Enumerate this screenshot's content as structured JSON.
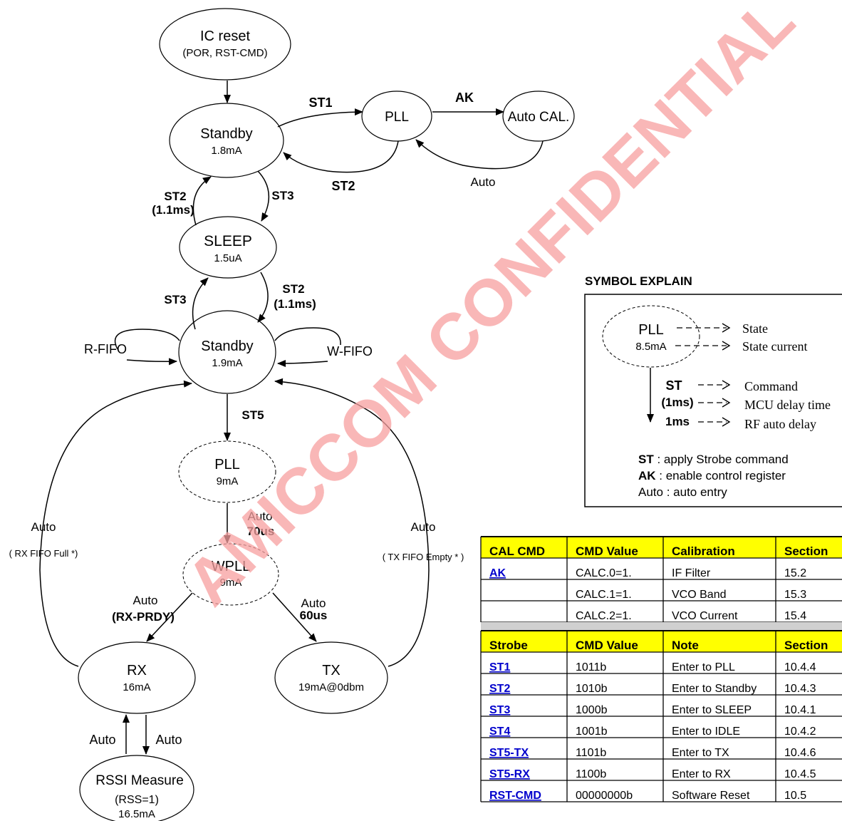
{
  "states": {
    "ic_reset": {
      "title": "IC reset",
      "sub": "(POR, RST-CMD)"
    },
    "standby1": {
      "title": "Standby",
      "current": "1.8mA"
    },
    "pll_top": {
      "title": "PLL"
    },
    "autocal": {
      "title": "Auto CAL."
    },
    "sleep": {
      "title": "SLEEP",
      "current": "1.5uA"
    },
    "standby2": {
      "title": "Standby",
      "current": "1.9mA"
    },
    "pll_mid": {
      "title": "PLL",
      "current": "9mA"
    },
    "wpll": {
      "title": "WPLL",
      "current": "9mA"
    },
    "rx": {
      "title": "RX",
      "current": "16mA"
    },
    "tx": {
      "title": "TX",
      "current": "19mA@0dbm"
    },
    "rssi": {
      "title": "RSSI Measure",
      "sub": "(RSS=1)",
      "current": "16.5mA"
    }
  },
  "transitions": {
    "st1": "ST1",
    "ak": "AK",
    "st2_top": "ST2",
    "auto_cal_back": "Auto",
    "st2_left_a": "ST2",
    "st2_left_b": "(1.1ms)",
    "st3_right": "ST3",
    "st3_left": "ST3",
    "st2_right_a": "ST2",
    "st2_right_b": "(1.1ms)",
    "rfifo": "R-FIFO",
    "wfifo": "W-FIFO",
    "st5": "ST5",
    "auto70_a": "Auto",
    "auto70_b": "70us",
    "auto_rx_a": "Auto",
    "auto_rx_b": "(RX-PRDY)",
    "auto60_a": "Auto",
    "auto60_b": "60us",
    "auto_left": "Auto",
    "rx_fifo_full": "( RX FIFO Full *)",
    "auto_right": "Auto",
    "tx_fifo_empty": "( TX FIFO Empty * )",
    "auto_rssi_up": "Auto",
    "auto_rssi_down": "Auto"
  },
  "watermark": "AMICCOM CONFIDENTIAL",
  "legend": {
    "title": "SYMBOL EXPLAIN",
    "state_name": "PLL",
    "state_current": "8.5mA",
    "state_label": "State",
    "current_label": "State current",
    "cmd_symbol": "ST",
    "cmd_label": "Command",
    "mcu_symbol": "(1ms)",
    "mcu_label": "MCU delay time",
    "rf_symbol": "1ms",
    "rf_label": "RF auto delay",
    "notes": [
      {
        "key": "ST",
        "text": " : apply Strobe command"
      },
      {
        "key": "AK",
        "text": " : enable control register"
      },
      {
        "key": "Auto",
        "text": " : auto entry"
      }
    ]
  },
  "cal_table": {
    "headers": [
      "CAL CMD",
      "CMD Value",
      "Calibration",
      "Section"
    ],
    "rows": [
      [
        "AK",
        "CALC.0=1.",
        "IF Filter",
        "15.2"
      ],
      [
        "",
        "CALC.1=1.",
        "VCO Band",
        "15.3"
      ],
      [
        "",
        "CALC.2=1.",
        "VCO Current",
        "15.4"
      ]
    ]
  },
  "strobe_table": {
    "headers": [
      "Strobe",
      "CMD Value",
      "Note",
      "Section"
    ],
    "rows": [
      [
        "ST1",
        "1011b",
        "Enter to PLL",
        "10.4.4"
      ],
      [
        "ST2",
        "1010b",
        "Enter to Standby",
        "10.4.3"
      ],
      [
        "ST3",
        "1000b",
        "Enter to SLEEP",
        "10.4.1"
      ],
      [
        "ST4",
        "1001b",
        "Enter to IDLE",
        "10.4.2"
      ],
      [
        "ST5-TX",
        "1101b",
        "Enter to TX",
        "10.4.6"
      ],
      [
        "ST5-RX",
        "1100b",
        "Enter to RX",
        "10.4.5"
      ],
      [
        "RST-CMD",
        "00000000b",
        "Software Reset",
        "10.5"
      ]
    ]
  },
  "colors": {
    "header_fill": "#ffff00",
    "link_blue": "#0000cc",
    "watermark": "#f7a0a0",
    "divider": "#d0d0d0"
  }
}
